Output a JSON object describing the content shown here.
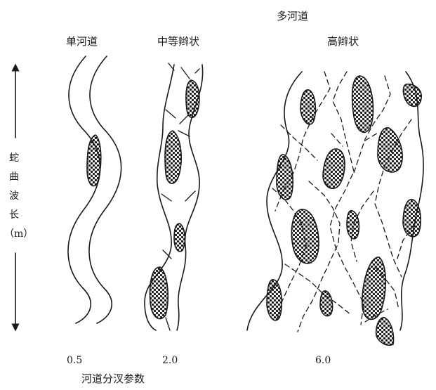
{
  "header": {
    "group_label": "多河道"
  },
  "columns": [
    {
      "title": "单河道",
      "value": "0.5"
    },
    {
      "title": "中等辫状",
      "value": "2.0"
    },
    {
      "title": "高辫状",
      "value": "6.0"
    }
  ],
  "y_axis": {
    "chars": [
      "蛇",
      "曲",
      "波",
      "长",
      "（m）"
    ]
  },
  "x_axis": {
    "label": "河道分汊参数"
  },
  "colors": {
    "line": "#1a1a1a",
    "background": "#ffffff"
  }
}
